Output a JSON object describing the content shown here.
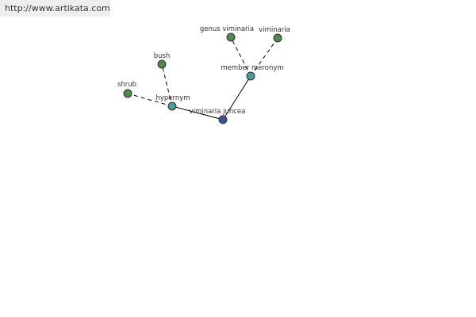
{
  "banner": {
    "url_text": "http://www.artikata.com"
  },
  "colors": {
    "leaf_node": "#4f8a4a",
    "relation_node": "#4a9a9a",
    "center_node": "#3c4f9a",
    "edge": "#000000"
  },
  "graph": {
    "center": "viminaria juncea",
    "nodes": {
      "center": {
        "label": "viminaria juncea",
        "kind": "center"
      },
      "hypernym": {
        "label": "hypernym",
        "kind": "relation"
      },
      "member_meronym": {
        "label": "member meronym",
        "kind": "relation"
      },
      "shrub": {
        "label": "shrub",
        "kind": "leaf"
      },
      "bush": {
        "label": "bush",
        "kind": "leaf"
      },
      "genus_viminaria": {
        "label": "genus viminaria",
        "kind": "leaf"
      },
      "viminaria": {
        "label": "viminaria",
        "kind": "leaf"
      }
    },
    "edges": [
      {
        "from": "center",
        "to": "hypernym",
        "style": "solid"
      },
      {
        "from": "center",
        "to": "member_meronym",
        "style": "solid"
      },
      {
        "from": "hypernym",
        "to": "shrub",
        "style": "dashed"
      },
      {
        "from": "hypernym",
        "to": "bush",
        "style": "dashed"
      },
      {
        "from": "member_meronym",
        "to": "genus_viminaria",
        "style": "dashed"
      },
      {
        "from": "member_meronym",
        "to": "viminaria",
        "style": "dashed"
      }
    ]
  }
}
